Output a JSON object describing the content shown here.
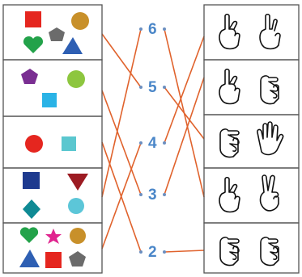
{
  "numbers": [
    {
      "id": "n6",
      "text": "6"
    },
    {
      "id": "n5",
      "text": "5"
    },
    {
      "id": "n4",
      "text": "4"
    },
    {
      "id": "n3",
      "text": "3"
    },
    {
      "id": "n2",
      "text": "2"
    }
  ],
  "left_boxes": [
    {
      "id": "box-1",
      "shapes": [
        "red-square",
        "gold-circle",
        "gray-pentagon",
        "green-heart",
        "blue-triangle"
      ]
    },
    {
      "id": "box-2",
      "shapes": [
        "purple-pentagon",
        "green-circle",
        "cyan-square"
      ]
    },
    {
      "id": "box-3",
      "shapes": [
        "red-circle",
        "teal-square"
      ]
    },
    {
      "id": "box-4",
      "shapes": [
        "navy-square",
        "darkred-triangle",
        "teal-diamond",
        "cyan-circle"
      ]
    },
    {
      "id": "box-5",
      "shapes": [
        "green-heart",
        "magenta-star",
        "gold-circle",
        "blue-triangle",
        "red-square",
        "gray-pentagon"
      ]
    }
  ],
  "right_boxes": [
    {
      "id": "hand-box-1",
      "hands": "five-pointing-finger-gestures"
    },
    {
      "id": "hand-box-2",
      "hands": "two-fingers-one-finger-gestures"
    },
    {
      "id": "hand-box-3",
      "hands": "one-finger-four-fingers-gestures"
    },
    {
      "id": "hand-box-4",
      "hands": "two-fingers-two-fingers-gestures"
    },
    {
      "id": "hand-box-5",
      "hands": "one-finger-one-finger-gestures"
    }
  ],
  "connections": [
    {
      "from": "box-1",
      "to": "n5"
    },
    {
      "from": "box-2",
      "to": "n3"
    },
    {
      "from": "box-3",
      "to": "n2"
    },
    {
      "from": "box-4",
      "to": "n6"
    },
    {
      "from": "box-5",
      "to": "n4"
    },
    {
      "from": "n6",
      "to": "hand-box-4"
    },
    {
      "from": "n5",
      "to": "hand-box-3"
    },
    {
      "from": "n4",
      "to": "hand-box-1"
    },
    {
      "from": "n3",
      "to": "hand-box-2"
    },
    {
      "from": "n2",
      "to": "hand-box-5"
    }
  ],
  "colors": {
    "line": "#e0622c",
    "number": "#4a86c8",
    "dot": "#6b8fc0",
    "border": "#555555"
  }
}
